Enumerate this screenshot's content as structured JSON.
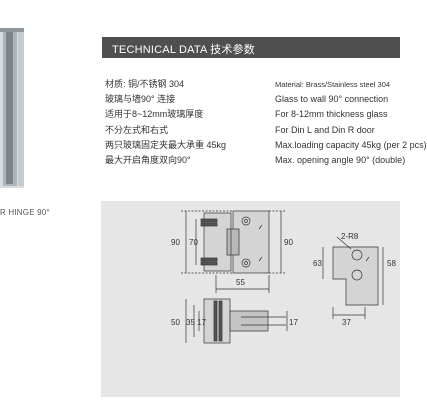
{
  "caption": "R HINGE 90°",
  "header": {
    "title": "TECHNICAL DATA 技术参数"
  },
  "specs_zh": [
    "材质: 铜/不锈钢 304",
    "玻璃与墙90° 连接",
    "适用于8~12mm玻璃厚度",
    "不分左式和右式",
    "两只玻璃固定夹最大承重 45kg",
    "最大开启角度双向90°"
  ],
  "specs_en": [
    "Material: Brass/Stainless steel 304",
    "Glass to wall 90° connection",
    "For 8-12mm thickness glass",
    "For Din L and Din R door",
    "Max.loading capacity 45kg (per 2 pcs)",
    "Max. opening angle 90° (double)"
  ],
  "dimensions": {
    "front_height_outer": "90",
    "front_height_inner": "70",
    "front_height_right": "90",
    "front_width": "55",
    "top_a": "50",
    "top_b": "35",
    "top_c": "17",
    "top_d": "17",
    "side_holes": "2-R8",
    "side_height": "63",
    "side_right": "58",
    "side_width": "37"
  },
  "colors": {
    "header_bg": "#4f4f4f",
    "panel_bg": "#e6e6e6"
  }
}
